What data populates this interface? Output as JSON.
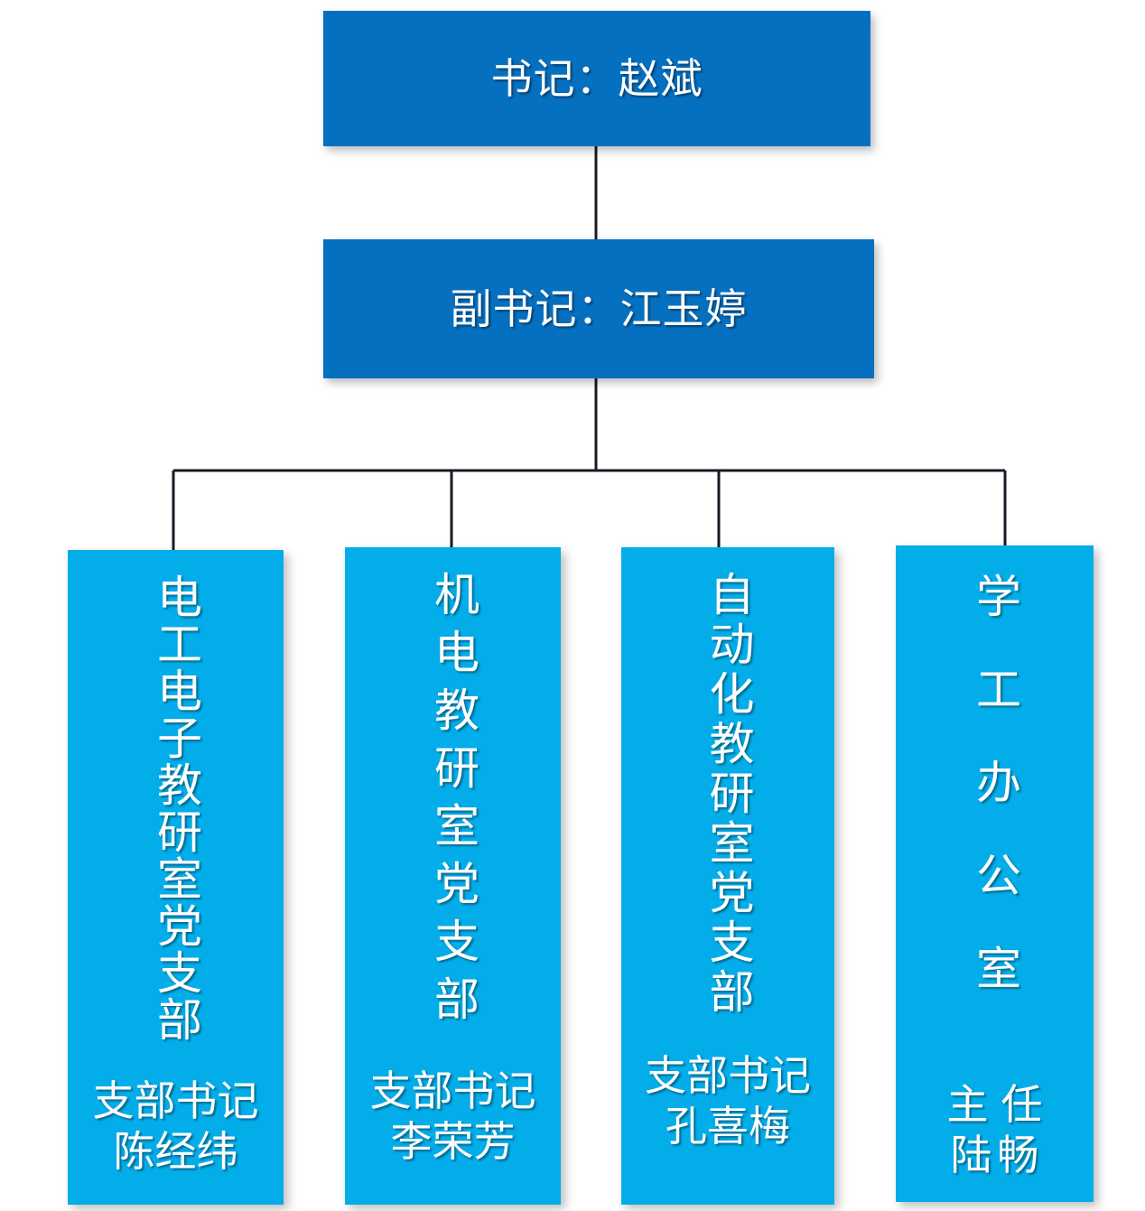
{
  "chart_type": "org-chart",
  "colors": {
    "top_node": "#0670C0",
    "branch_node": "#03ADEA",
    "text": "#FFFFFF",
    "connector": "#1A1A26",
    "background": "#FFFFFF"
  },
  "nodes": {
    "secretary": {
      "label": "书记：赵斌",
      "role": "书记",
      "name": "赵斌"
    },
    "deputy": {
      "label": "副书记：江玉婷",
      "role": "副书记",
      "name": "江玉婷"
    }
  },
  "branches": [
    {
      "vertical_label": "电工电子教研室党支部",
      "foot_title": "支部书记",
      "foot_name": "陈经纬"
    },
    {
      "vertical_label": "机电教研室党支部",
      "foot_title": "支部书记",
      "foot_name": "李荣芳"
    },
    {
      "vertical_label": "自动化教研室党支部",
      "foot_title": "支部书记",
      "foot_name": "孔喜梅"
    },
    {
      "vertical_label": "学工办公室",
      "foot_title": "主任",
      "foot_name": "陆畅"
    }
  ]
}
